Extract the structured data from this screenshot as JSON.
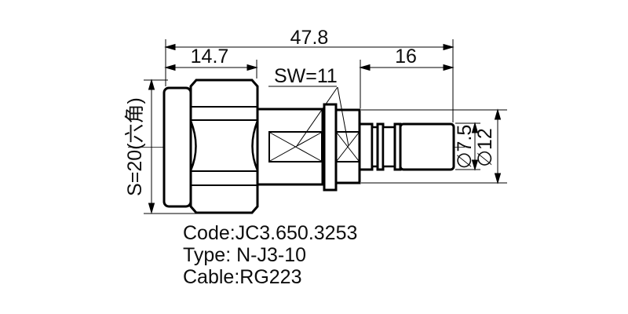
{
  "drawing": {
    "title": "N connector technical drawing",
    "dimensions": {
      "overall_length": "47.8",
      "front_length": "14.7",
      "rear_length": "16",
      "wrench_size": "SW=11",
      "hex_across_flats": "S=20(六角)",
      "cable_entry_diameter": "∅7.5",
      "body_diameter": "∅12"
    },
    "notes": {
      "code": "Code:JC3.650.3253",
      "type": "Type: N-J3-10",
      "cable": "Cable:RG223"
    },
    "colors": {
      "line": "#000000",
      "centerline": "#444444",
      "background": "#ffffff",
      "text": "#0d0d0d"
    }
  }
}
